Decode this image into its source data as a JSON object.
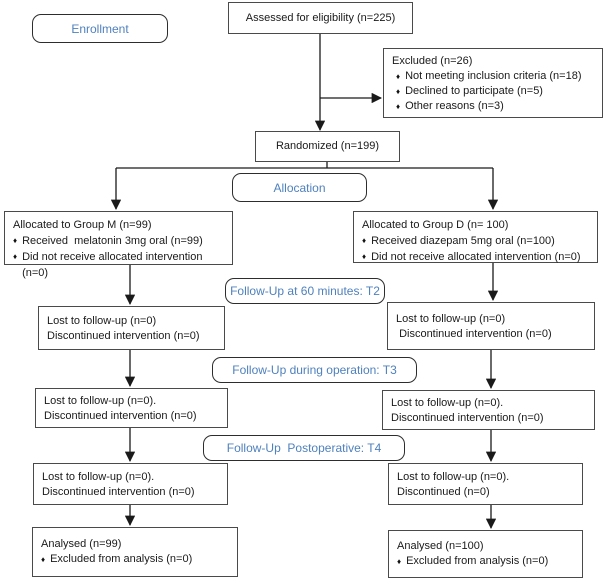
{
  "figure": {
    "background": "#ffffff",
    "accent_blue": "#4f81bd",
    "box_border": "#4a4a4a",
    "arrow_color": "#1a1a1a"
  },
  "icons": {
    "bullet": "♦"
  },
  "stages": {
    "enrollment": "Enrollment",
    "allocation": "Allocation",
    "t2": "Follow-Up at 60 minutes: T2",
    "t3": "Follow-Up during operation: T3",
    "t4": "Follow-Up  Postoperative: T4"
  },
  "nodes": {
    "assessed": {
      "text": "Assessed for eligibility (n=225)"
    },
    "excluded": {
      "title": "Excluded (n=26)",
      "bullets": [
        "Not meeting inclusion criteria (n=18)",
        "Declined to participate (n=5)",
        "Other reasons (n=3)"
      ]
    },
    "randomized": {
      "text": "Randomized (n=199)"
    },
    "alloc_m": {
      "title": "Allocated to Group M (n=99)",
      "bullets": [
        "Received  melatonin 3mg oral (n=99)",
        "Did not receive allocated intervention (n=0)"
      ]
    },
    "alloc_d": {
      "title": "Allocated to Group D (n= 100)",
      "bullets": [
        "Received diazepam 5mg oral (n=100)",
        "Did not receive allocated intervention (n=0)"
      ]
    },
    "t2_left": {
      "lines": [
        "Lost to follow-up (n=0)",
        "Discontinued intervention (n=0)"
      ]
    },
    "t2_right": {
      "lines": [
        "Lost to follow-up (n=0)",
        " Discontinued intervention (n=0)"
      ]
    },
    "t3_left": {
      "lines": [
        "Lost to follow-up (n=0).",
        "Discontinued intervention (n=0)"
      ]
    },
    "t3_right": {
      "lines": [
        "Lost to follow-up (n=0).",
        "Discontinued intervention (n=0)"
      ]
    },
    "t4_left": {
      "lines": [
        "Lost to follow-up (n=0).",
        "Discontinued intervention (n=0)"
      ]
    },
    "t4_right": {
      "lines": [
        "Lost to follow-up (n=0).",
        "Discontinued (n=0)"
      ]
    },
    "analysed_left": {
      "title": "Analysed (n=99)",
      "bullets": [
        "Excluded from analysis (n=0)"
      ]
    },
    "analysed_right": {
      "title": "Analysed (n=100)",
      "bullets": [
        "Excluded from analysis (n=0)"
      ]
    }
  }
}
